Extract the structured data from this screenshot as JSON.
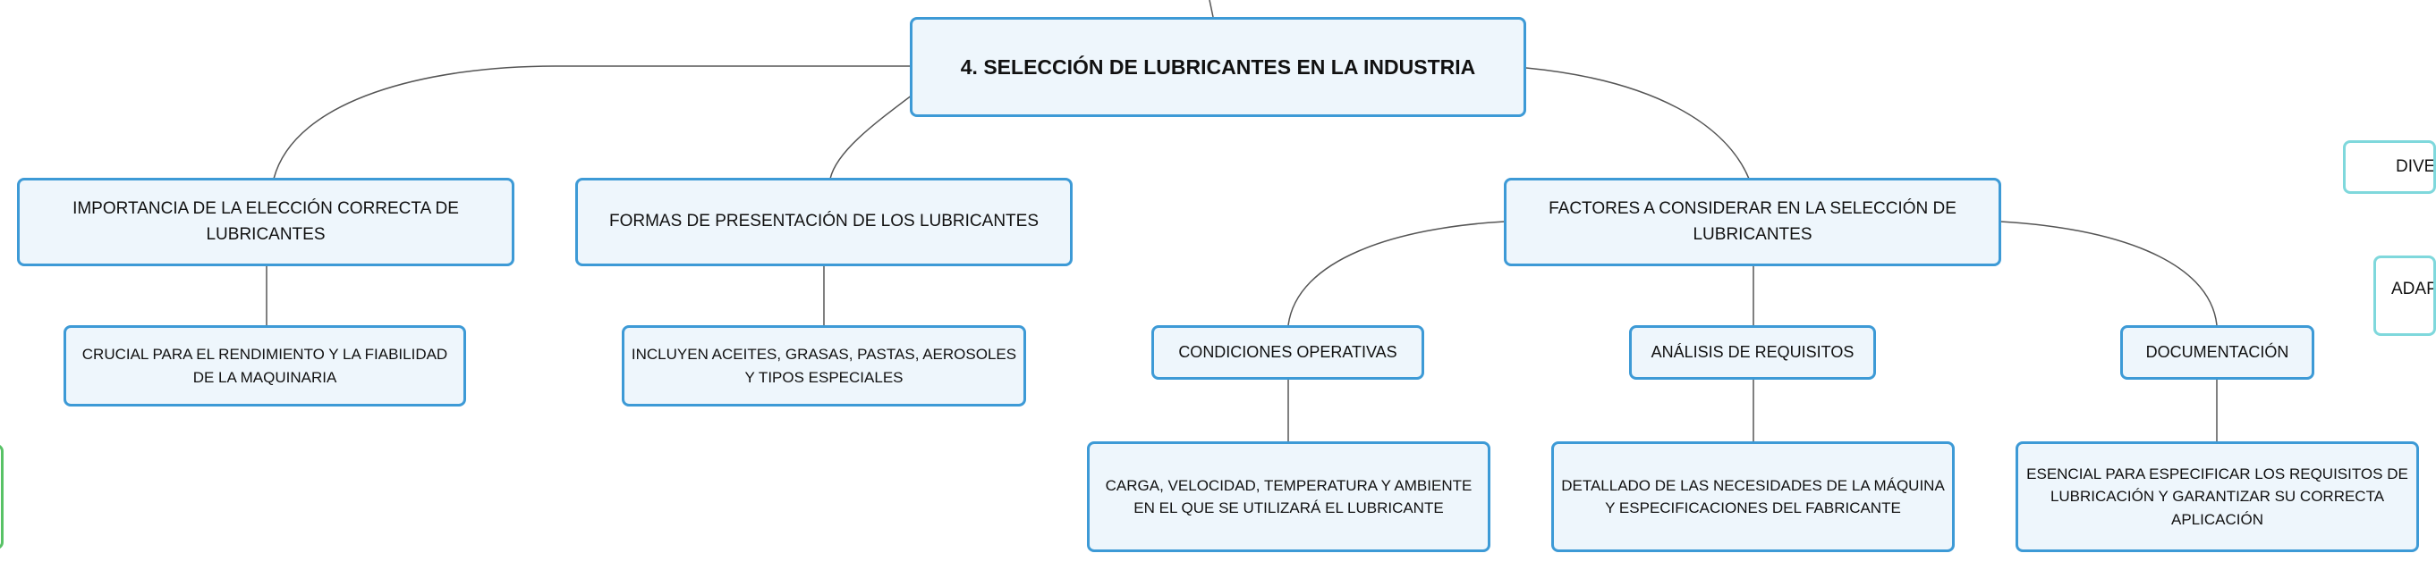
{
  "colors": {
    "node_fill": "#eef6fc",
    "node_border": "#3d9ad6",
    "connector": "#555555",
    "teal_border": "#7fd8dc",
    "green_border": "#58c266"
  },
  "root": {
    "label": "4. SELECCIÓN DE LUBRICANTES EN LA INDUSTRIA"
  },
  "branches": [
    {
      "label": "IMPORTANCIA DE LA ELECCIÓN CORRECTA DE LUBRICANTES",
      "detail": "CRUCIAL PARA EL RENDIMIENTO Y LA FIABILIDAD DE LA MAQUINARIA"
    },
    {
      "label": "FORMAS DE PRESENTACIÓN DE LOS LUBRICANTES",
      "detail": "INCLUYEN ACEITES, GRASAS, PASTAS, AEROSOLES Y TIPOS ESPECIALES"
    },
    {
      "label": "FACTORES A CONSIDERAR EN LA SELECCIÓN DE LUBRICANTES",
      "children": [
        {
          "label": "CONDICIONES OPERATIVAS",
          "detail": "CARGA, VELOCIDAD, TEMPERATURA Y AMBIENTE EN EL QUE SE UTILIZARÁ EL LUBRICANTE"
        },
        {
          "label": "ANÁLISIS DE REQUISITOS",
          "detail": "DETALLADO DE LAS NECESIDADES DE LA MÁQUINA Y ESPECIFICACIONES DEL FABRICANTE"
        },
        {
          "label": "DOCUMENTACIÓN",
          "detail": "ESENCIAL PARA ESPECIFICAR LOS REQUISITOS DE LUBRICACIÓN Y GARANTIZAR SU CORRECTA APLICACIÓN"
        }
      ]
    }
  ],
  "offscreen_nodes": [
    {
      "label": "DIVER"
    },
    {
      "label": "ADAPT"
    }
  ]
}
